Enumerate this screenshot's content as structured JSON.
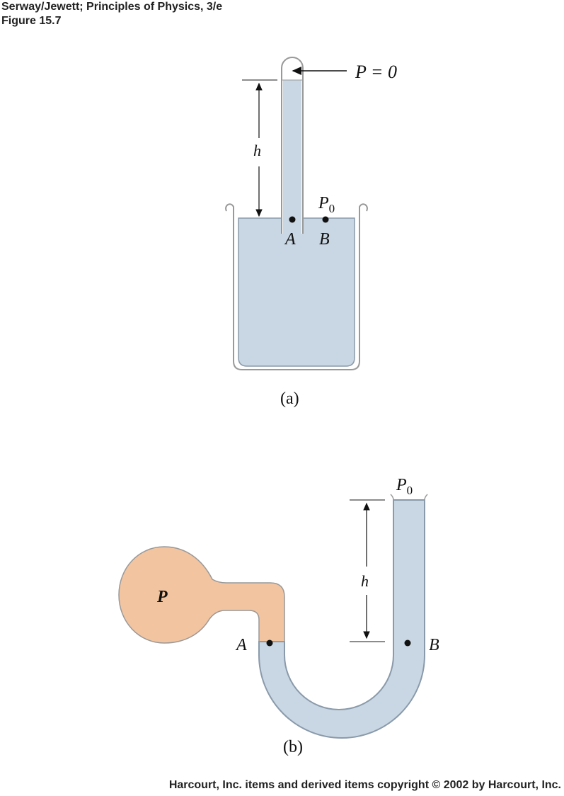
{
  "header": {
    "line1": "Serway/Jewett; Principles of Physics, 3/e",
    "line2": "Figure 15.7"
  },
  "figure_a": {
    "caption": "(a)",
    "labels": {
      "pressure_top": "P = 0",
      "height": "h",
      "p0": "P",
      "p0_sub": "0",
      "point_a": "A",
      "point_b": "B"
    }
  },
  "figure_b": {
    "caption": "(b)",
    "labels": {
      "pressure": "P",
      "p0": "P",
      "p0_sub": "0",
      "height": "h",
      "point_a": "A",
      "point_b": "B"
    }
  },
  "colors": {
    "liquid": "#c9d6e3",
    "gas": "#f2c4a0",
    "outline": "#888888",
    "ink": "#111111"
  },
  "footer": {
    "copyright": "Harcourt, Inc. items and derived items copyright © 2002 by Harcourt, Inc."
  }
}
